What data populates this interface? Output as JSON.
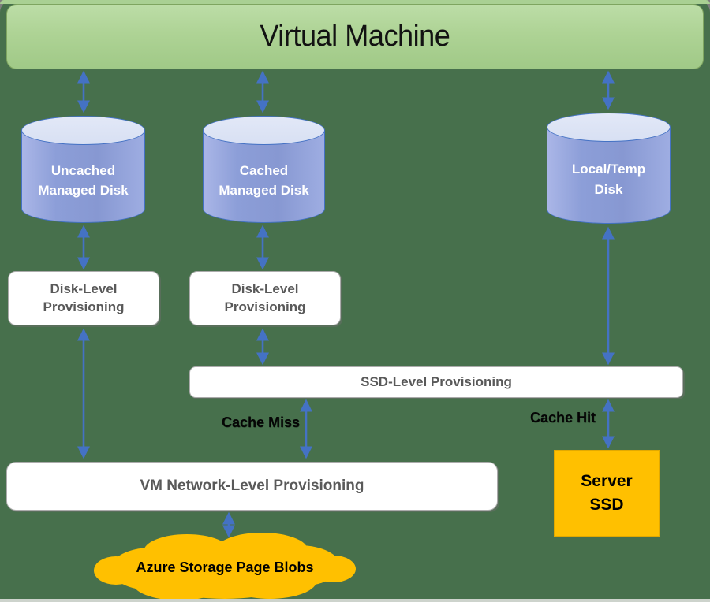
{
  "colors": {
    "background": "#47704C",
    "vm_box_fill": "#ACD28F",
    "disk_fill": "#8E9FD8",
    "disk_top_fill": "#DCE3F5",
    "disk_border": "#4472C4",
    "arrow": "#4472C4",
    "white_box_text": "#595959",
    "accent_orange": "#FFC000"
  },
  "vm": {
    "label": "Virtual Machine"
  },
  "disks": {
    "uncached": {
      "label": "Uncached Managed Disk"
    },
    "cached": {
      "label": "Cached Managed Disk"
    },
    "local_temp": {
      "label": "Local/Temp Disk"
    }
  },
  "provisioning": {
    "disk_level_left": {
      "label": "Disk-Level Provisioning"
    },
    "disk_level_right": {
      "label": "Disk-Level Provisioning"
    },
    "ssd_level": {
      "label": "SSD-Level Provisioning"
    },
    "vm_network_level": {
      "label": "VM Network-Level Provisioning"
    }
  },
  "storage": {
    "server_ssd": {
      "label": "Server SSD"
    },
    "azure_page_blobs": {
      "label": "Azure Storage Page Blobs"
    }
  },
  "edge_labels": {
    "cache_miss": "Cache Miss",
    "cache_hit": "Cache Hit"
  }
}
